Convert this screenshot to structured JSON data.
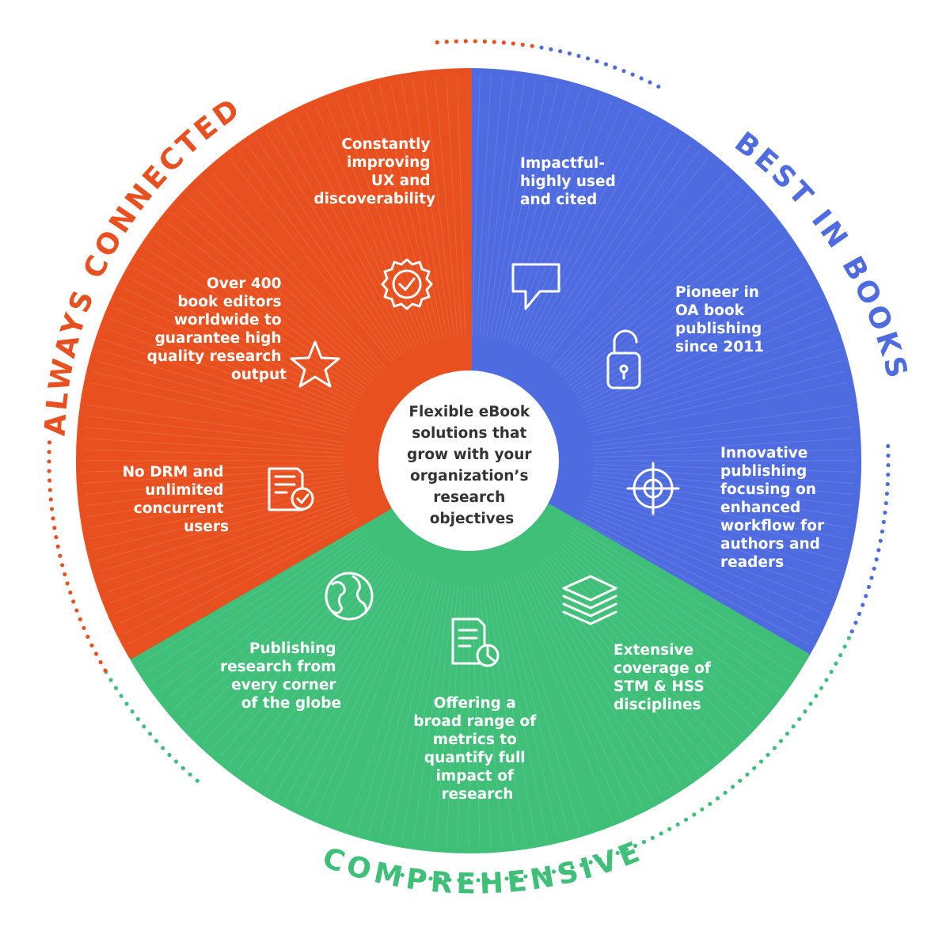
{
  "center": {
    "lines": [
      "Flexible eBook",
      "solutions that",
      "grow with your",
      "organization’s",
      "research",
      "objectives"
    ]
  },
  "ring_labels": {
    "always_connected": "ALWAYS CONNECTED",
    "best_in_books": "BEST IN BOOKS",
    "comprehensive": "COMPREHENSIVE"
  },
  "colors": {
    "orange": "#e8501f",
    "blue": "#4f6be0",
    "green": "#3fbf78",
    "center_text": "#333333"
  },
  "segments": [
    {
      "id": "impactful",
      "color": "blue",
      "icon": "speech-bubble-icon",
      "lines": [
        "Impactful-",
        "highly used",
        "and cited"
      ]
    },
    {
      "id": "pioneer",
      "color": "blue",
      "icon": "open-padlock-icon",
      "lines": [
        "Pioneer in",
        "OA  book",
        "publishing",
        "since 2011"
      ]
    },
    {
      "id": "innovative",
      "color": "blue",
      "icon": "target-icon",
      "lines": [
        "Innovative",
        "publishing",
        "focusing on",
        "enhanced",
        "workflow for",
        "authors and",
        "readers"
      ]
    },
    {
      "id": "extensive",
      "color": "green",
      "icon": "stacked-layers-icon",
      "lines": [
        "Extensive",
        "coverage of",
        "STM & HSS",
        "disciplines"
      ]
    },
    {
      "id": "metrics",
      "color": "green",
      "icon": "report-chart-icon",
      "lines": [
        "Offering a",
        "broad range of",
        "metrics to",
        "quantify full",
        "impact of",
        "research"
      ]
    },
    {
      "id": "globe",
      "color": "green",
      "icon": "globe-icon",
      "lines": [
        "Publishing",
        "research from",
        "every corner",
        "of the globe"
      ]
    },
    {
      "id": "drm",
      "color": "orange",
      "icon": "document-check-icon",
      "lines": [
        "No DRM and",
        "unlimited",
        "concurrent",
        "users"
      ]
    },
    {
      "id": "editors",
      "color": "orange",
      "icon": "star-icon",
      "lines": [
        "Over 400",
        "book editors",
        "worldwide to",
        "guarantee high",
        "quality research",
        "output"
      ]
    },
    {
      "id": "ux",
      "color": "orange",
      "icon": "badge-check-icon",
      "lines": [
        "Constantly",
        "improving",
        "UX and",
        "discoverability"
      ]
    }
  ]
}
